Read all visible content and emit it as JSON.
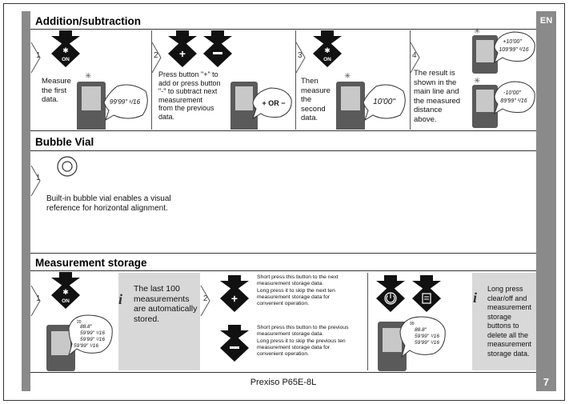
{
  "lang": "EN",
  "page_number": "7",
  "footer": "Prexiso P65E-8L",
  "addsub": {
    "title": "Addition/subtraction",
    "step1": {
      "num": "1",
      "btn": "ON",
      "text": [
        "Measure",
        "the first",
        "data."
      ],
      "display": "99'99\" ¹/16"
    },
    "step2": {
      "num": "2",
      "text": [
        "Press button \"+\" to",
        "add or press button",
        "\"-\" to subtract next",
        "measurement",
        "from the previous",
        "data."
      ],
      "display": "+ OR −"
    },
    "step3": {
      "num": "3",
      "btn": "ON",
      "text": [
        "Then",
        "measure",
        "the",
        "second",
        "data."
      ],
      "display": "10'00\""
    },
    "step4": {
      "num": "4",
      "text": [
        "The result is",
        "shown in the",
        "main line and",
        "the measured",
        "distance",
        "above."
      ],
      "display_top": [
        "+10'00\"",
        "109'99\" ¹/16"
      ],
      "display_bottom": [
        "-10'00\"",
        "89'99\" ¹/16"
      ]
    }
  },
  "bubble": {
    "title": "Bubble Vial",
    "step1": {
      "num": "1",
      "text": [
        "Built-in bubble vial enables a visual",
        "reference for horizontal alignment."
      ]
    }
  },
  "storage": {
    "title": "Measurement storage",
    "step1": {
      "num": "1",
      "btn": "ON",
      "display": [
        "20",
        "88.8\"",
        "59'99\" ¹/16",
        "59'99\" ¹/16",
        "59'99\" ¹/16"
      ]
    },
    "info1": [
      "The last 100",
      "measurements",
      "are automatically",
      "stored."
    ],
    "step2": {
      "num": "2",
      "next": [
        "Short press this button to the next",
        "measurement storage data.",
        "Long press it to skip the next ten",
        "measurement storage data for",
        "convenient operation."
      ],
      "prev": [
        "Short press this button to the previous",
        "measurement storage data.",
        "Long press it to skip the previous ten",
        "measurement storage data for",
        "convenient operation."
      ]
    },
    "step3": {
      "display": [
        "99",
        "88.8\"",
        "59'99\" ¹/16",
        "59'99\" ¹/16"
      ]
    },
    "info2": [
      "Long press",
      "clear/off and",
      "measurement",
      "storage",
      "buttons to",
      "delete all the",
      "measurement",
      "storage data."
    ]
  },
  "colors": {
    "strip": "#8a8a8a",
    "device": "#5a5a5a",
    "screen": "#c8c8c8",
    "button": "#1a1a1a",
    "infobox": "#d8d8d8"
  }
}
